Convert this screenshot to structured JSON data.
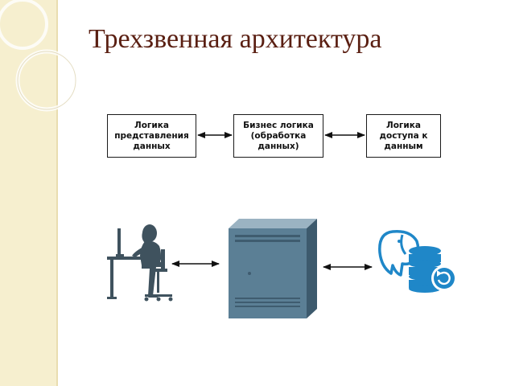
{
  "slide": {
    "title": "Трехзвенная архитектура"
  },
  "diagram": {
    "tiers": [
      {
        "label": "Логика\nпредставления\nданных"
      },
      {
        "label": "Бизнес логика\n(обработка\nданных)"
      },
      {
        "label": "Логика\nдоступа к\nданным"
      }
    ],
    "icons": [
      "user-at-computer-icon",
      "server-tower-icon",
      "postgresql-database-icon"
    ],
    "colors": {
      "title": "#5a1f12",
      "side_panel": "#f6efcf",
      "server": "#5b7f95",
      "database": "#1f87c8",
      "silhouette": "#3f525e"
    }
  }
}
